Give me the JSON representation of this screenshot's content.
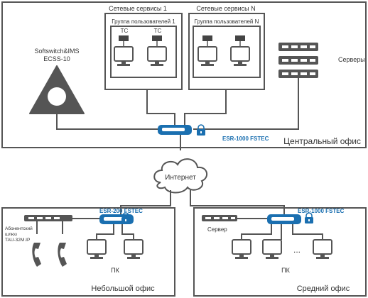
{
  "central_office": {
    "label": "Центральный офис",
    "router_label": "ESR-1000 FSTEC",
    "softswitch_label": "Softswitch&IMS",
    "softswitch_model": "ECSS-10",
    "servers_label": "Серверы",
    "net_service_1": {
      "title": "Сетевые сервисы 1",
      "group": "Группа пользователей 1",
      "ts_left": "ТС",
      "ts_right": "ТС"
    },
    "net_service_n": {
      "title": "Сетевые сервисы N",
      "group": "Группа пользователей N"
    }
  },
  "internet": {
    "label": "Интернет"
  },
  "small_office": {
    "label": "Небольшой офис",
    "router_label": "ESR-200 FSTEC",
    "gateway_label_1": "Абонентский",
    "gateway_label_2": "шлюз",
    "gateway_label_3": "TAU-32M.IP",
    "pc_label": "ПК"
  },
  "medium_office": {
    "label": "Средний офис",
    "router_label": "ESR-1000 FSTEC",
    "server_label": "Сервер",
    "pc_label": "ПК",
    "ellipsis": "..."
  },
  "colors": {
    "accent": "#1a6fb0",
    "device_dark": "#555555",
    "line": "#555555"
  }
}
